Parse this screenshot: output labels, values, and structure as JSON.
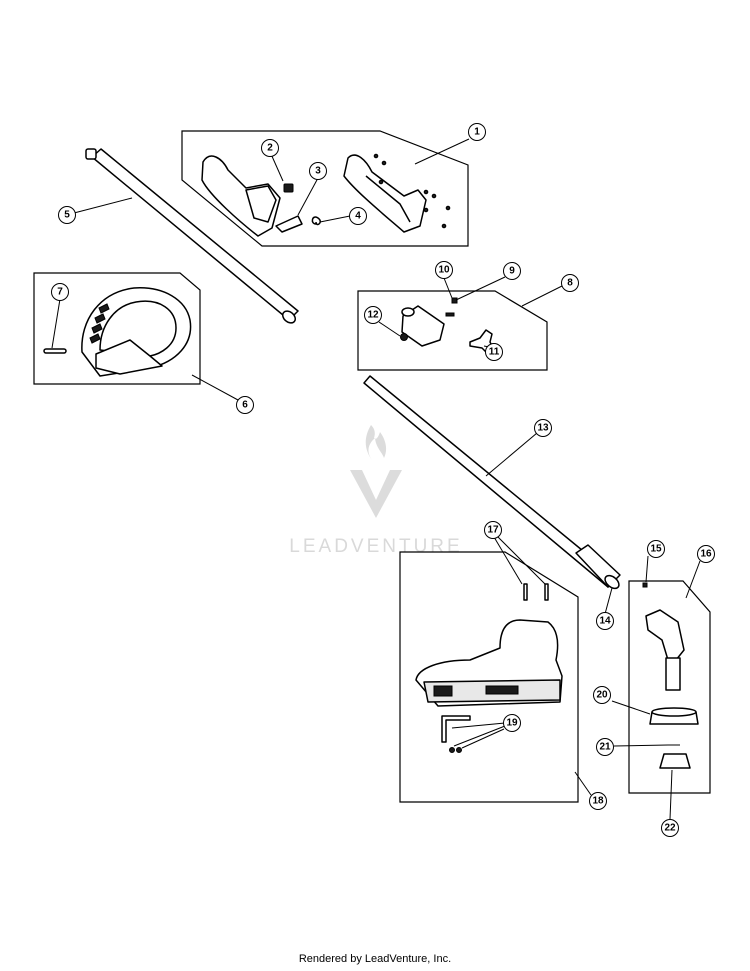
{
  "watermark": {
    "text": "LEADVENTURE",
    "color": "#d9d9d9"
  },
  "footer": {
    "text": "Rendered by LeadVenture, Inc."
  },
  "callouts": [
    "1",
    "2",
    "3",
    "4",
    "5",
    "6",
    "7",
    "8",
    "9",
    "10",
    "11",
    "12",
    "13",
    "14",
    "15",
    "16",
    "17",
    "18",
    "19",
    "20",
    "21",
    "22"
  ],
  "colors": {
    "line": "#000000",
    "background": "#ffffff"
  }
}
